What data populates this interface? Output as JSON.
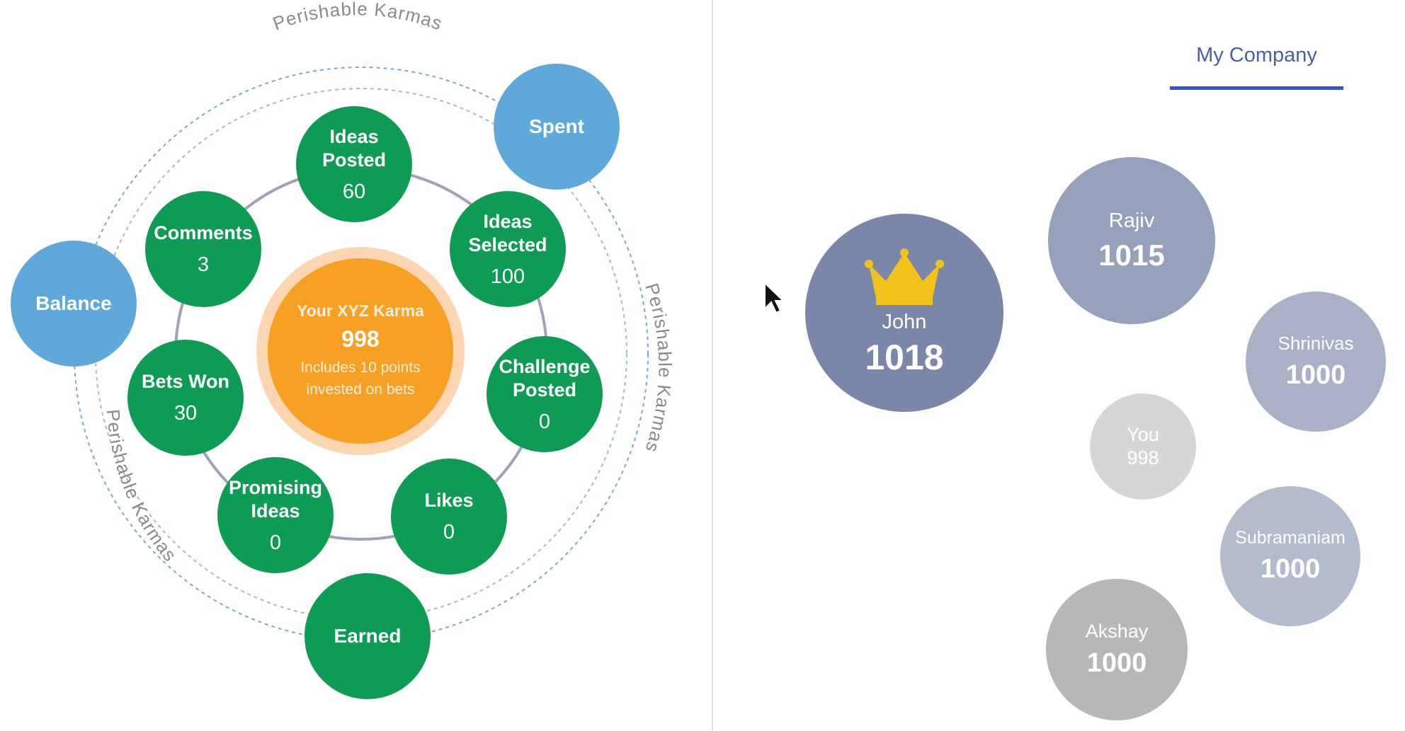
{
  "karma_wheel": {
    "ring_labels": {
      "top": "Perishable Karmas",
      "right": "Perishable Karmas",
      "left": "Perishable Karmas"
    },
    "anchors": {
      "spent": "Spent",
      "balance": "Balance",
      "earned": "Earned"
    },
    "center": {
      "title": "Your XYZ Karma",
      "value": "998",
      "note_line1": "Includes 10 points",
      "note_line2": "invested on bets"
    },
    "nodes": {
      "ideas_posted": {
        "label_line1": "Ideas",
        "label_line2": "Posted",
        "value": "60"
      },
      "ideas_selected": {
        "label_line1": "Ideas",
        "label_line2": "Selected",
        "value": "100"
      },
      "challenge_posted": {
        "label_line1": "Challenge",
        "label_line2": "Posted",
        "value": "0"
      },
      "likes": {
        "label_line1": "Likes",
        "value": "0"
      },
      "promising_ideas": {
        "label_line1": "Promising",
        "label_line2": "Ideas",
        "value": "0"
      },
      "bets_won": {
        "label_line1": "Bets Won",
        "value": "30"
      },
      "comments": {
        "label_line1": "Comments",
        "value": "3"
      }
    },
    "colors": {
      "green": "#0e9c55",
      "blue": "#5ea9d9",
      "orange": "#f7a023"
    }
  },
  "leaderboard": {
    "tab_label": "My Company",
    "bubbles": {
      "john": {
        "name": "John",
        "score": "1018",
        "color": "#7b87a8"
      },
      "rajiv": {
        "name": "Rajiv",
        "score": "1015",
        "color": "#95a0ba"
      },
      "shrinivas": {
        "name": "Shrinivas",
        "score": "1000",
        "color": "#a8b1c6"
      },
      "you": {
        "name": "You",
        "score": "998",
        "color": "#d6d6d6"
      },
      "subramaniam": {
        "name": "Subramaniam",
        "score": "1000",
        "color": "#b3bbce"
      },
      "akshay": {
        "name": "Akshay",
        "score": "1000",
        "color": "#b7b7b7"
      }
    },
    "icons": {
      "leader_badge": "crown-icon",
      "pointer": "cursor-arrow-icon"
    }
  }
}
